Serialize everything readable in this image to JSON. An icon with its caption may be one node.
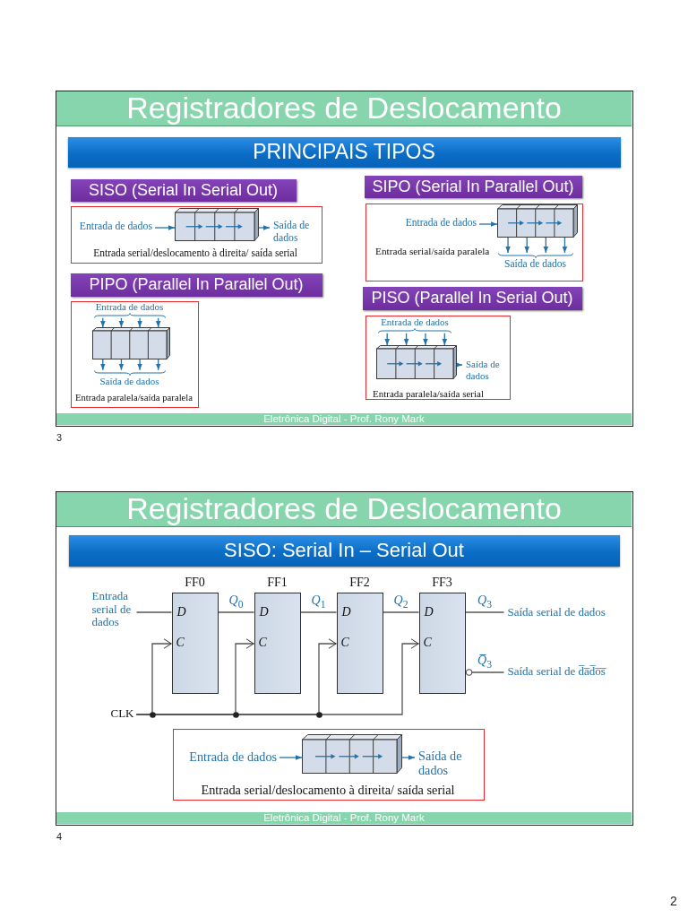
{
  "diagram": {
    "nodes": [
      {
        "text": [],
        "shape": "box"
      },
      {
        "text": [
          "Registradores de Deslocamento"
        ],
        "in": 0
      },
      {
        "text": [
          "PRINCIPAIS TIPOS"
        ],
        "in": 0
      },
      {
        "text": [
          "SISO (Serial In Serial Out)"
        ],
        "in": 0
      },
      {
        "text": [
          "Entrada serial/deslocamento à direita/ saída serial"
        ],
        "in": 0
      },
      {
        "text": [
          "Entrada de dados"
        ],
        "in": 4
      },
      {
        "text": [],
        "shape": "box",
        "in": 4
      },
      {
        "text": [
          "Saída de dados"
        ],
        "in": 4
      },
      {
        "text": [
          "SIPO (Serial In Parallel Out)"
        ],
        "in": 0
      },
      {
        "text": [
          "Entrada serial/saída paralela"
        ],
        "in": 0
      },
      {
        "text": [
          "Entrada de dados"
        ],
        "in": 9
      },
      {
        "text": [],
        "shape": "box",
        "in": 9
      },
      {
        "text": [
          "Saída de dados"
        ],
        "in": 9
      },
      {
        "text": [
          "PIPO (Parallel In Parallel Out)"
        ],
        "in": 0
      },
      {
        "text": [
          "Entrada paralela/saída paralela"
        ],
        "in": 0
      },
      {
        "text": [
          "Entrada de dados"
        ],
        "in": 14
      },
      {
        "text": [],
        "shape": "box",
        "in": 14
      },
      {
        "text": [
          "Saída de dados"
        ],
        "in": 14
      },
      {
        "text": [
          "PISO (Parallel In Serial Out)"
        ],
        "in": 0
      },
      {
        "text": [
          "Entrada paralela/saída serial"
        ],
        "in": 0
      },
      {
        "text": [
          "Entrada de dados"
        ],
        "in": 19
      },
      {
        "text": [],
        "shape": "box",
        "in": 19
      },
      {
        "text": [
          "Saída de dados"
        ],
        "in": 19
      },
      {
        "text": [
          "Eletrônica Digital - Prof. Rony Mark"
        ],
        "in": 0
      },
      {
        "text": [],
        "shape": "box"
      },
      {
        "text": [
          "Registradores de Deslocamento"
        ],
        "in": 24
      },
      {
        "text": [
          "SISO: Serial In – Serial Out"
        ],
        "in": 24
      },
      {
        "text": [
          "Entrada serial de dados"
        ],
        "in": 24
      },
      {
        "text": [
          "FF0",
          "D",
          "C"
        ],
        "in": 24
      },
      {
        "text": [
          "FF1",
          "D",
          "C"
        ],
        "in": 24
      },
      {
        "text": [
          "FF2",
          "D",
          "C"
        ],
        "in": 24
      },
      {
        "text": [
          "FF3",
          "D",
          "C"
        ],
        "in": 24
      },
      {
        "text": [
          "Saída serial de dados"
        ],
        "in": 24
      },
      {
        "text": [
          "Saída serial de d̅a̅d̅o̅s̅"
        ],
        "in": 24
      },
      {
        "text": [
          "CLK"
        ],
        "in": 24
      },
      {
        "text": [
          "Entrada serial/deslocamento à direita/ saída serial"
        ],
        "in": 24
      },
      {
        "text": [
          "Entrada de dados"
        ],
        "in": 35
      },
      {
        "text": [],
        "shape": "box",
        "in": 35
      },
      {
        "text": [
          "Saída de dados"
        ],
        "in": 35
      },
      {
        "text": [
          "Eletrônica Digital - Prof. Rony Mark"
        ],
        "in": 24
      }
    ],
    "edges": [
      {
        "from": 5,
        "to": 6,
        "arrow": "to"
      },
      {
        "from": 6,
        "to": 7,
        "arrow": "to"
      },
      {
        "from": 10,
        "to": 11,
        "arrow": "to"
      },
      {
        "from": 11,
        "to": 12,
        "arrow": "to"
      },
      {
        "from": 11,
        "to": 12,
        "arrow": "to"
      },
      {
        "from": 11,
        "to": 12,
        "arrow": "to"
      },
      {
        "from": 11,
        "to": 12,
        "arrow": "to"
      },
      {
        "from": 15,
        "to": 16,
        "arrow": "to"
      },
      {
        "from": 15,
        "to": 16,
        "arrow": "to"
      },
      {
        "from": 15,
        "to": 16,
        "arrow": "to"
      },
      {
        "from": 15,
        "to": 16,
        "arrow": "to"
      },
      {
        "from": 16,
        "to": 17,
        "arrow": "to"
      },
      {
        "from": 16,
        "to": 17,
        "arrow": "to"
      },
      {
        "from": 16,
        "to": 17,
        "arrow": "to"
      },
      {
        "from": 16,
        "to": 17,
        "arrow": "to"
      },
      {
        "from": 20,
        "to": 21,
        "arrow": "to"
      },
      {
        "from": 20,
        "to": 21,
        "arrow": "to"
      },
      {
        "from": 20,
        "to": 21,
        "arrow": "to"
      },
      {
        "from": 20,
        "to": 21,
        "arrow": "to"
      },
      {
        "from": 21,
        "to": 22,
        "arrow": "to"
      },
      {
        "from": 27,
        "to": 28,
        "arrow": "none",
        "color": "#555555"
      },
      {
        "from": 28,
        "to": 29,
        "arrow": "none",
        "label": "*Q*$_{0}$",
        "color": "#555555"
      },
      {
        "from": 29,
        "to": 30,
        "arrow": "none",
        "label": "*Q*$_{1}$",
        "color": "#555555"
      },
      {
        "from": 30,
        "to": 31,
        "arrow": "none",
        "label": "*Q*$_{2}$",
        "color": "#555555"
      },
      {
        "from": 31,
        "to": 32,
        "arrow": "none",
        "label": "*Q*$_{3}$",
        "color": "#555555"
      },
      {
        "from": 31,
        "to": 33,
        "arrow": "other",
        "label": "*Q̅*$_{3}$",
        "color": "#555555"
      },
      {
        "from": 34,
        "to": 28,
        "arrow": "to",
        "color": "#555555"
      },
      {
        "from": 34,
        "to": 29,
        "arrow": "to",
        "color": "#555555"
      },
      {
        "from": 34,
        "to": 30,
        "arrow": "to",
        "color": "#555555"
      },
      {
        "from": 34,
        "to": 31,
        "arrow": "to",
        "color": "#555555"
      },
      {
        "from": 36,
        "to": 37,
        "arrow": "to"
      },
      {
        "from": 37,
        "to": 38,
        "arrow": "to"
      }
    ],
    "labels": [
      "3",
      "4",
      "2"
    ]
  }
}
